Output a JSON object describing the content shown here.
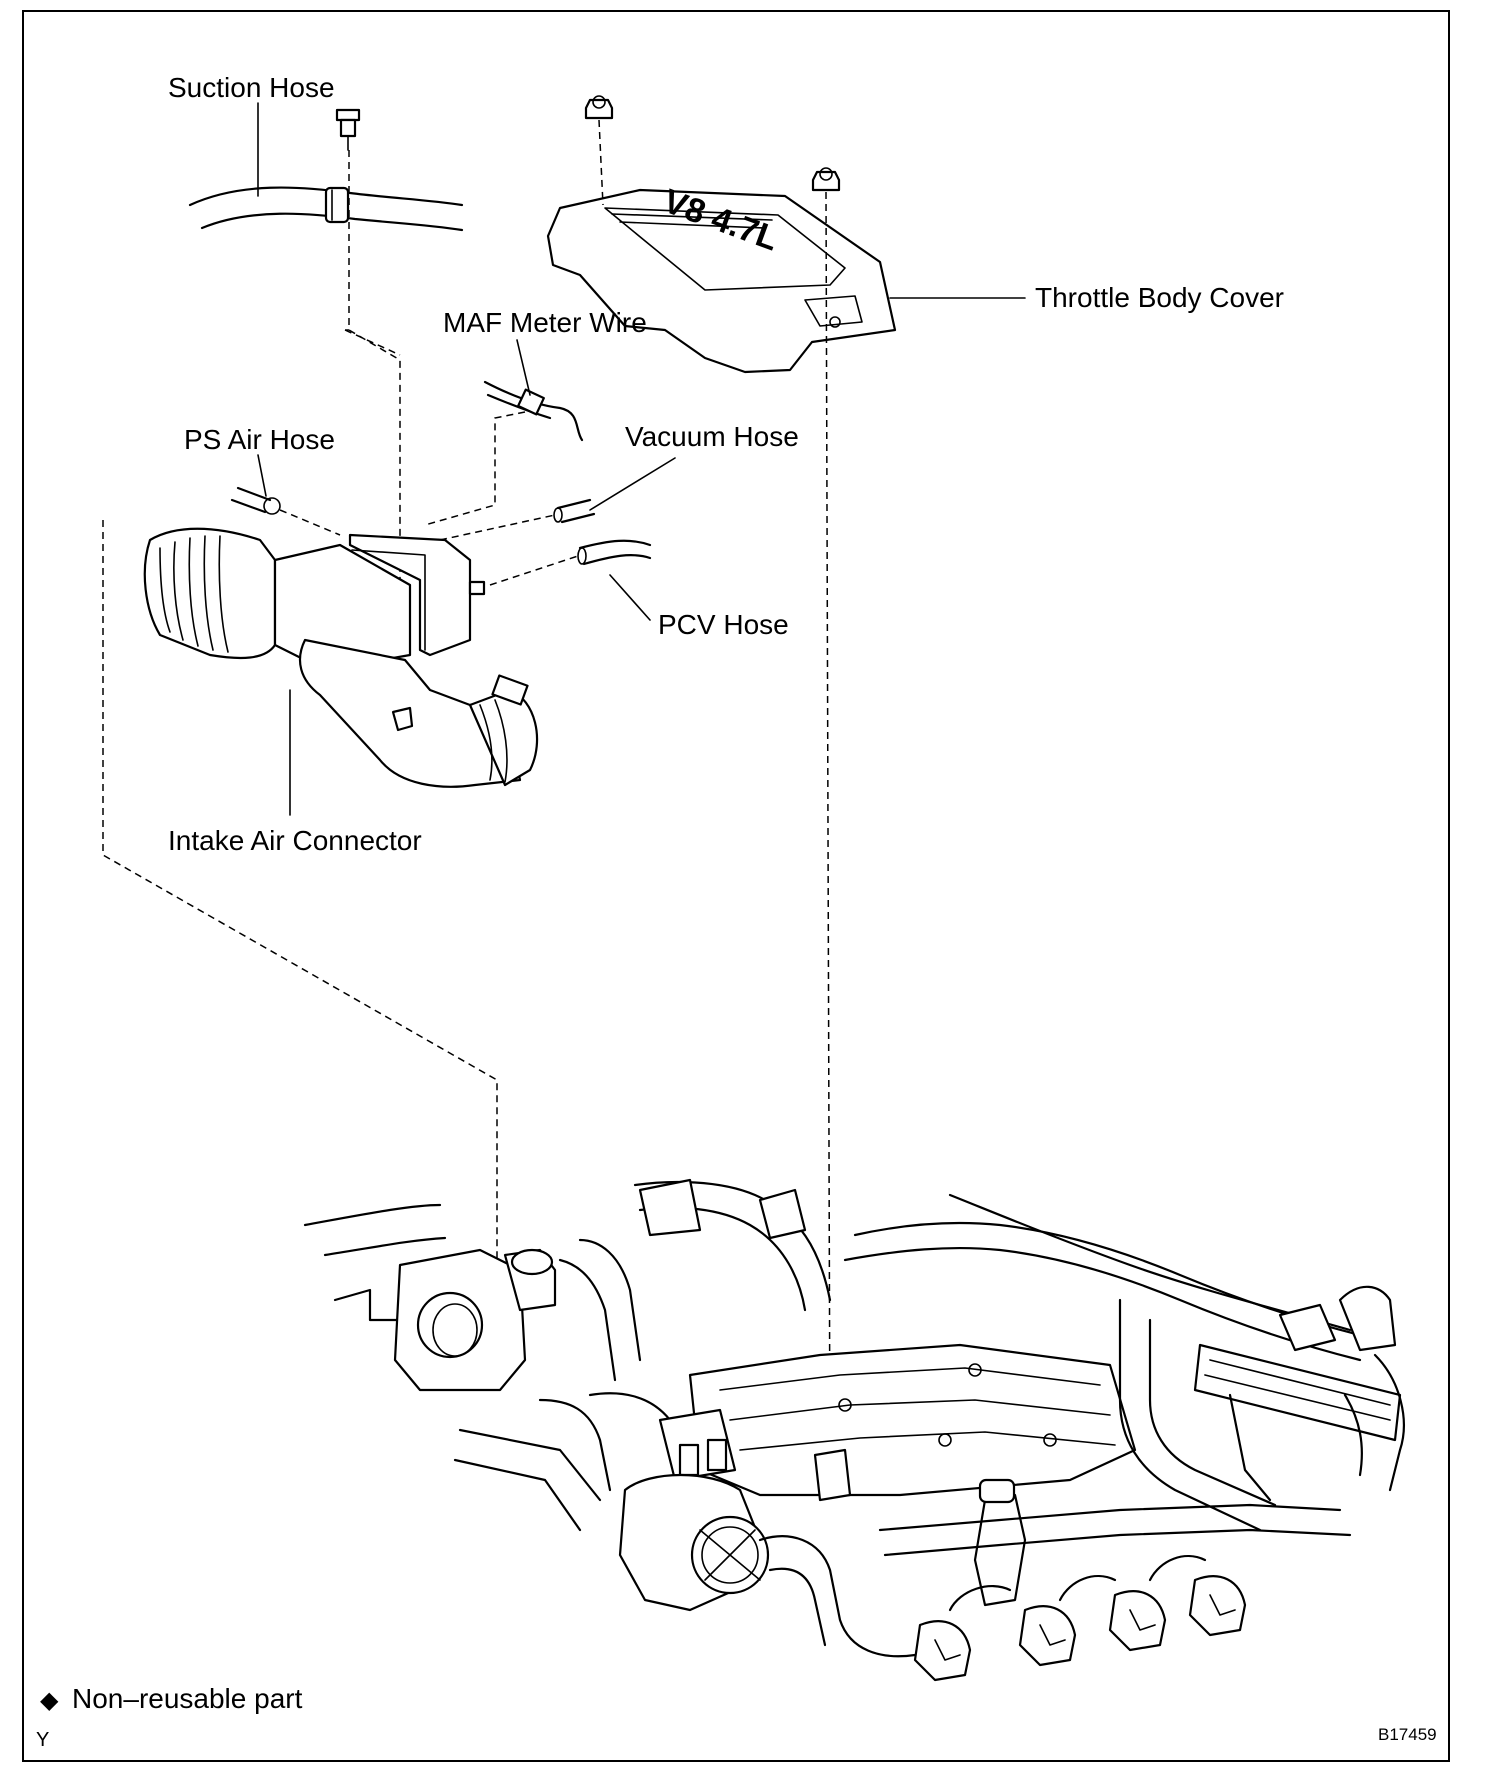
{
  "labels": {
    "suction_hose": "Suction Hose",
    "throttle_body_cover": "Throttle Body Cover",
    "maf_meter_wire": "MAF Meter Wire",
    "ps_air_hose": "PS Air Hose",
    "vacuum_hose": "Vacuum Hose",
    "pcv_hose": "PCV Hose",
    "intake_air_connector": "Intake Air Connector"
  },
  "cover_marking": "V8 4.7L",
  "legend": {
    "symbol": "◆",
    "text": "Non–reusable part"
  },
  "corner_code": "Y",
  "figure_id": "B17459"
}
